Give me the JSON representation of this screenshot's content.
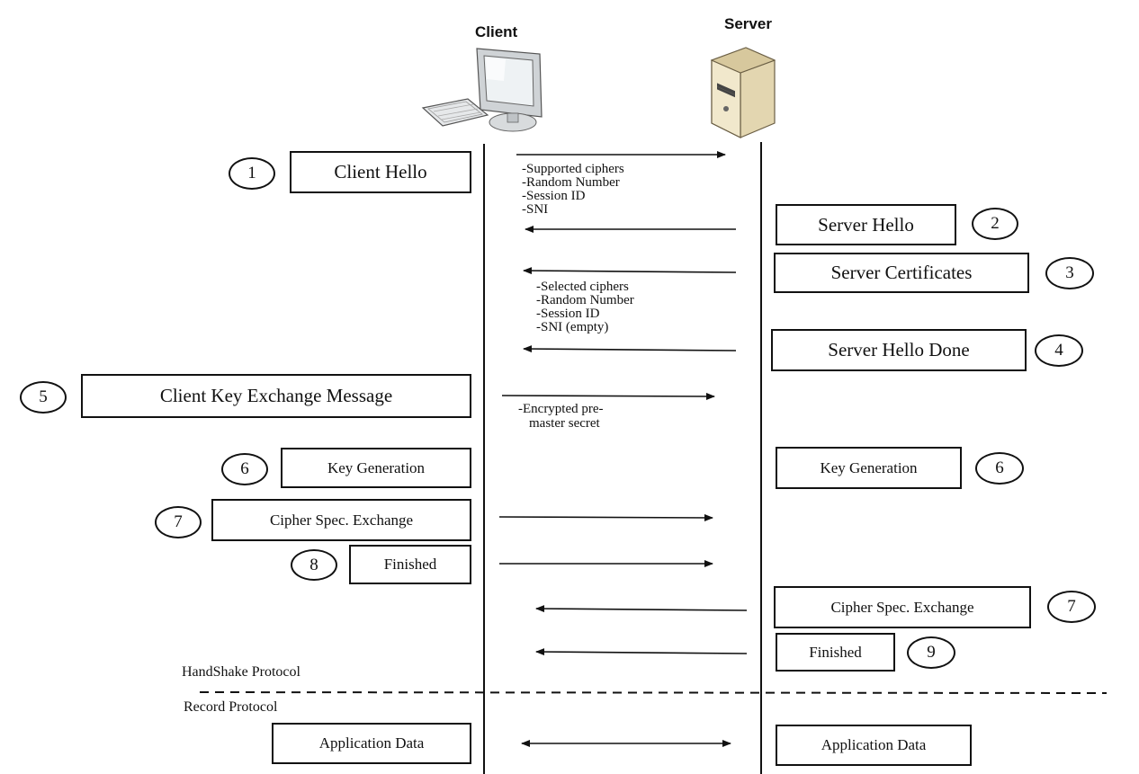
{
  "actors": {
    "client": {
      "label": "Client",
      "icon": "desktop-computer-icon"
    },
    "server": {
      "label": "Server",
      "icon": "server-tower-icon"
    }
  },
  "client_steps": {
    "client_hello": {
      "number": "1",
      "label": "Client Hello"
    },
    "client_key_exchange": {
      "number": "5",
      "label": "Client Key Exchange Message"
    },
    "key_generation": {
      "number": "6",
      "label": "Key Generation"
    },
    "cipher_spec": {
      "number": "7",
      "label": "Cipher Spec. Exchange"
    },
    "finished": {
      "number": "8",
      "label": "Finished"
    }
  },
  "server_steps": {
    "server_hello": {
      "number": "2",
      "label": "Server Hello"
    },
    "server_certificates": {
      "number": "3",
      "label": "Server Certificates"
    },
    "server_hello_done": {
      "number": "4",
      "label": "Server Hello Done"
    },
    "key_generation": {
      "number": "6",
      "label": "Key Generation"
    },
    "cipher_spec": {
      "number": "7",
      "label": "Cipher Spec. Exchange"
    },
    "finished": {
      "number": "9",
      "label": "Finished"
    }
  },
  "client_hello_contents": [
    "-Supported ciphers",
    "-Random Number",
    "-Session ID",
    "-SNI"
  ],
  "server_hello_contents": [
    "-Selected ciphers",
    "-Random Number",
    "-Session ID",
    "-SNI (empty)"
  ],
  "key_exchange_contents": [
    "-Encrypted pre-",
    "master secret"
  ],
  "protocols": {
    "handshake": "HandShake Protocol",
    "record": "Record Protocol"
  },
  "application_data": {
    "client": "Application Data",
    "server": "Application Data"
  }
}
